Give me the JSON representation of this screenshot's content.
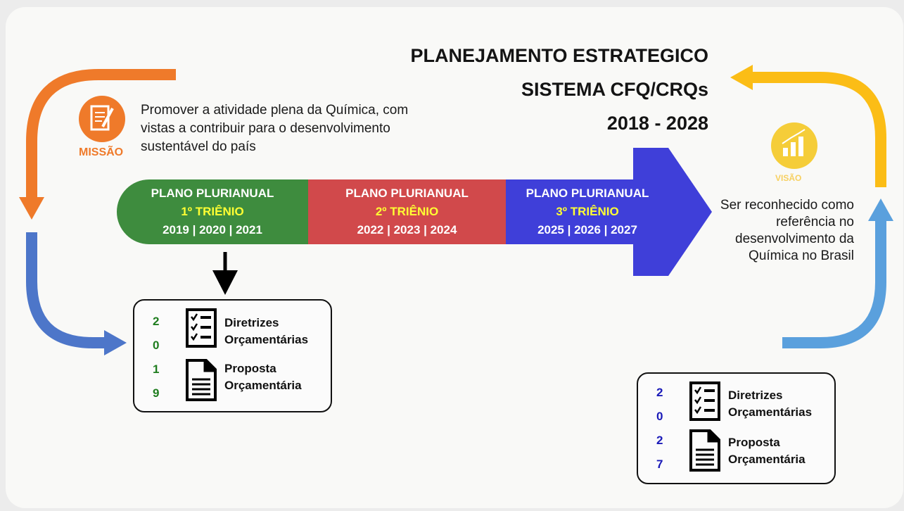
{
  "title": {
    "line1": "PLANEJAMENTO ESTRATEGICO",
    "line2": "SISTEMA CFQ/CRQs",
    "line3": "2018 - 2028"
  },
  "mission": {
    "label": "MISSÃO",
    "text": "Promover a atividade plena da Química, com vistas a contribuir para o desenvolvimento sustentável do país",
    "icon": "document-pen-icon",
    "color": "#ef7a2a"
  },
  "vision": {
    "label": "VISÃO",
    "text": "Ser reconhecido como referência no desenvolvimento da Química no Brasil",
    "icon": "bar-chart-growth-icon",
    "color": "#fbbd16"
  },
  "plans": [
    {
      "title": "PLANO PLURIANUAL",
      "period": "1º TRIÊNIO",
      "years": "2019 | 2020 | 2021",
      "color": "#3e8c3e"
    },
    {
      "title": "PLANO PLURIANUAL",
      "period": "2º TRIÊNIO",
      "years": "2022 | 2023 | 2024",
      "color": "#d1494b"
    },
    {
      "title": "PLANO PLURIANUAL",
      "period": "3º TRIÊNIO",
      "years": "2025 | 2026 | 2027",
      "color": "#3f3fd9"
    }
  ],
  "budget_boxes": [
    {
      "year_digits": [
        "2",
        "0",
        "1",
        "9"
      ],
      "item1": [
        "Diretrizes",
        "Orçamentárias"
      ],
      "item2": [
        "Proposta",
        "Orçamentária"
      ],
      "digit_color": "#1f7d1f"
    },
    {
      "year_digits": [
        "2",
        "0",
        "2",
        "7"
      ],
      "item1": [
        "Diretrizes",
        "Orçamentárias"
      ],
      "item2": [
        "Proposta",
        "Orçamentária"
      ],
      "digit_color": "#1a1ab8"
    }
  ],
  "icons": {
    "checklist": "checklist-icon",
    "document": "document-icon",
    "down_arrow": "down-arrow-icon"
  }
}
